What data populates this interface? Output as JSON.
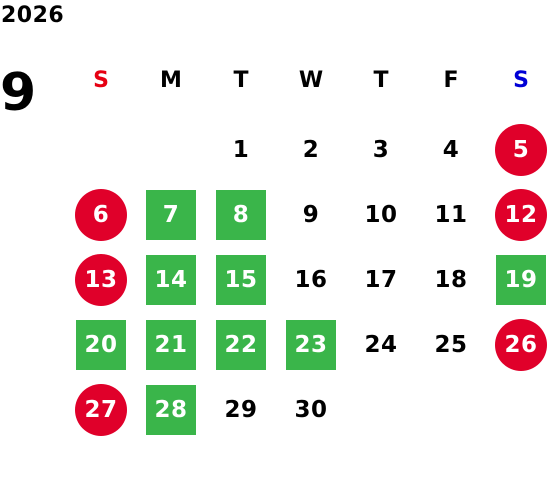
{
  "calendar": {
    "year": "2026",
    "month": "9",
    "weekdays": [
      {
        "label": "S",
        "color": "#e60012"
      },
      {
        "label": "M",
        "color": "#000000"
      },
      {
        "label": "T",
        "color": "#000000"
      },
      {
        "label": "W",
        "color": "#000000"
      },
      {
        "label": "T",
        "color": "#000000"
      },
      {
        "label": "F",
        "color": "#000000"
      },
      {
        "label": "S",
        "color": "#0000d6"
      }
    ],
    "colors": {
      "holiday_circle": "#e0002a",
      "highlight_square": "#3ab54a",
      "text": "#000000"
    },
    "days": [
      {
        "label": "1",
        "col": 2,
        "row": 0,
        "style": "plain"
      },
      {
        "label": "2",
        "col": 3,
        "row": 0,
        "style": "plain"
      },
      {
        "label": "3",
        "col": 4,
        "row": 0,
        "style": "plain"
      },
      {
        "label": "4",
        "col": 5,
        "row": 0,
        "style": "plain"
      },
      {
        "label": "5",
        "col": 6,
        "row": 0,
        "style": "circle"
      },
      {
        "label": "6",
        "col": 0,
        "row": 1,
        "style": "circle"
      },
      {
        "label": "7",
        "col": 1,
        "row": 1,
        "style": "square"
      },
      {
        "label": "8",
        "col": 2,
        "row": 1,
        "style": "square"
      },
      {
        "label": "9",
        "col": 3,
        "row": 1,
        "style": "plain"
      },
      {
        "label": "10",
        "col": 4,
        "row": 1,
        "style": "plain"
      },
      {
        "label": "11",
        "col": 5,
        "row": 1,
        "style": "plain"
      },
      {
        "label": "12",
        "col": 6,
        "row": 1,
        "style": "circle"
      },
      {
        "label": "13",
        "col": 0,
        "row": 2,
        "style": "circle"
      },
      {
        "label": "14",
        "col": 1,
        "row": 2,
        "style": "square"
      },
      {
        "label": "15",
        "col": 2,
        "row": 2,
        "style": "square"
      },
      {
        "label": "16",
        "col": 3,
        "row": 2,
        "style": "plain"
      },
      {
        "label": "17",
        "col": 4,
        "row": 2,
        "style": "plain"
      },
      {
        "label": "18",
        "col": 5,
        "row": 2,
        "style": "plain"
      },
      {
        "label": "19",
        "col": 6,
        "row": 2,
        "style": "square"
      },
      {
        "label": "20",
        "col": 0,
        "row": 3,
        "style": "square"
      },
      {
        "label": "21",
        "col": 1,
        "row": 3,
        "style": "square"
      },
      {
        "label": "22",
        "col": 2,
        "row": 3,
        "style": "square"
      },
      {
        "label": "23",
        "col": 3,
        "row": 3,
        "style": "square"
      },
      {
        "label": "24",
        "col": 4,
        "row": 3,
        "style": "plain"
      },
      {
        "label": "25",
        "col": 5,
        "row": 3,
        "style": "plain"
      },
      {
        "label": "26",
        "col": 6,
        "row": 3,
        "style": "circle"
      },
      {
        "label": "27",
        "col": 0,
        "row": 4,
        "style": "circle"
      },
      {
        "label": "28",
        "col": 1,
        "row": 4,
        "style": "square"
      },
      {
        "label": "29",
        "col": 2,
        "row": 4,
        "style": "plain"
      },
      {
        "label": "30",
        "col": 3,
        "row": 4,
        "style": "plain"
      }
    ]
  }
}
